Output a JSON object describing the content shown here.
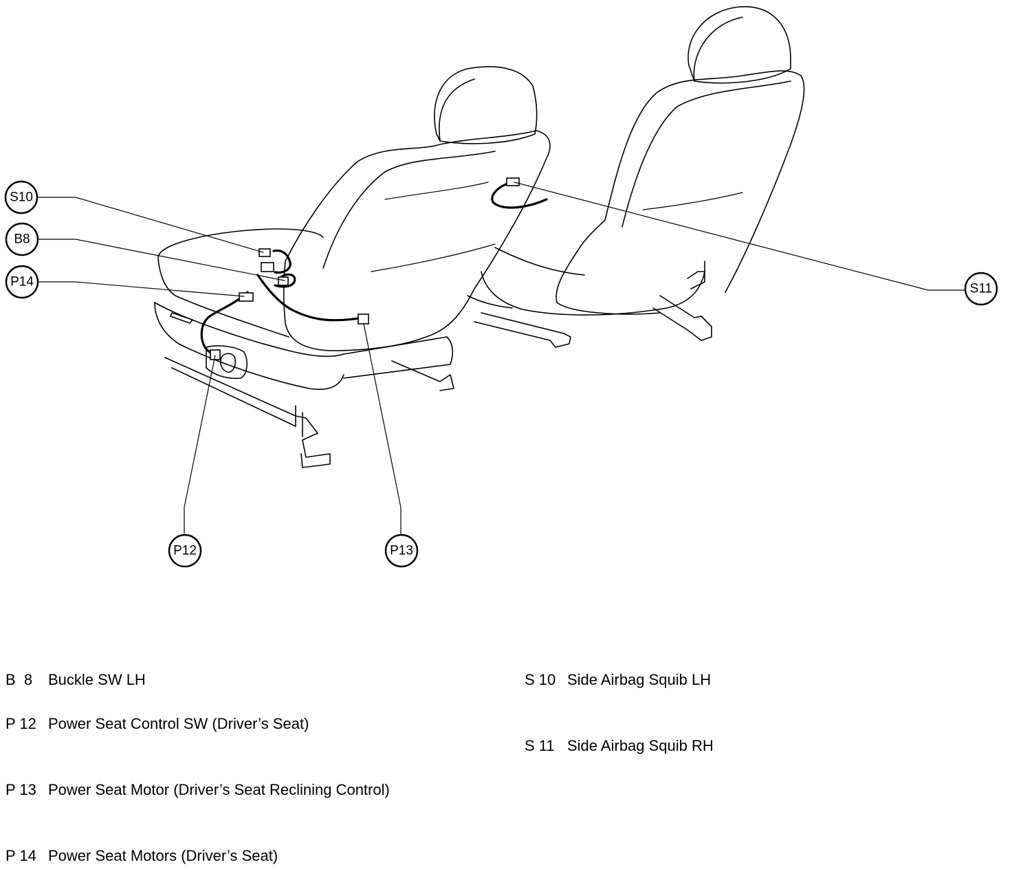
{
  "callouts": {
    "s10": "S10",
    "b8": "B8",
    "p14": "P14",
    "s11": "S11",
    "p12": "P12",
    "p13": "P13"
  },
  "legend": {
    "left_group_1": [
      {
        "code": "B  8",
        "description": "Buckle SW LH"
      }
    ],
    "left_group_2": [
      {
        "code": "P 12",
        "description": "Power Seat Control SW (Driver’s Seat)"
      },
      {
        "code": "P 13",
        "description": "Power Seat Motor (Driver’s Seat Reclining Control)"
      },
      {
        "code": "P 14",
        "description": "Power Seat Motors (Driver’s Seat)"
      }
    ],
    "right_group": [
      {
        "code": "S 10",
        "description": "Side Airbag Squib LH"
      },
      {
        "code": "S 11",
        "description": "Side Airbag Squib RH"
      }
    ]
  }
}
